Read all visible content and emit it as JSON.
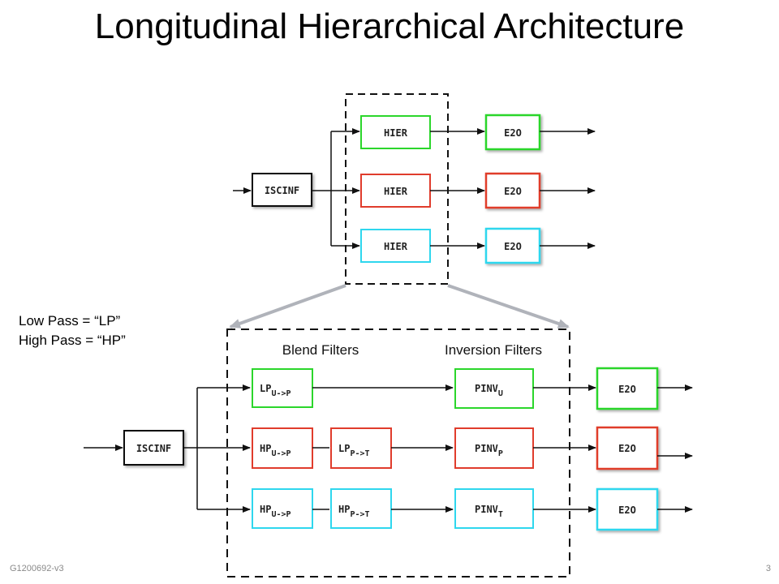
{
  "slide": {
    "title": "Longitudinal Hierarchical Architecture",
    "legend_lines": [
      "Low Pass = “LP”",
      "High Pass = “HP”"
    ],
    "footer_id": "G1200692-v3",
    "page_number": "3"
  },
  "colors": {
    "green": "#2bd62b",
    "red": "#e03c2c",
    "cyan": "#2fd7ee",
    "black": "#111111",
    "connector_gray": "#b0b3ba"
  },
  "top_diagram": {
    "input_block": "ISCINF",
    "hier_blocks": [
      "HIER",
      "HIER",
      "HIER"
    ],
    "e2o_blocks": [
      "E2O",
      "E2O",
      "E2O"
    ]
  },
  "bottom_diagram": {
    "input_block": "ISCINF",
    "blend_filters_heading": "Blend Filters",
    "inversion_filters_heading": "Inversion Filters",
    "blend_row1": [
      {
        "main": "LP",
        "sub": "U->P"
      }
    ],
    "blend_row2": [
      {
        "main": "HP",
        "sub": "U->P"
      },
      {
        "main": "LP",
        "sub": "P->T"
      }
    ],
    "blend_row3": [
      {
        "main": "HP",
        "sub": "U->P"
      },
      {
        "main": "HP",
        "sub": "P->T"
      }
    ],
    "inversion": [
      {
        "main": "PINV",
        "sub": "U"
      },
      {
        "main": "PINV",
        "sub": "P"
      },
      {
        "main": "PINV",
        "sub": "T"
      }
    ],
    "e2o_blocks": [
      "E2O",
      "E2O",
      "E2O"
    ]
  }
}
